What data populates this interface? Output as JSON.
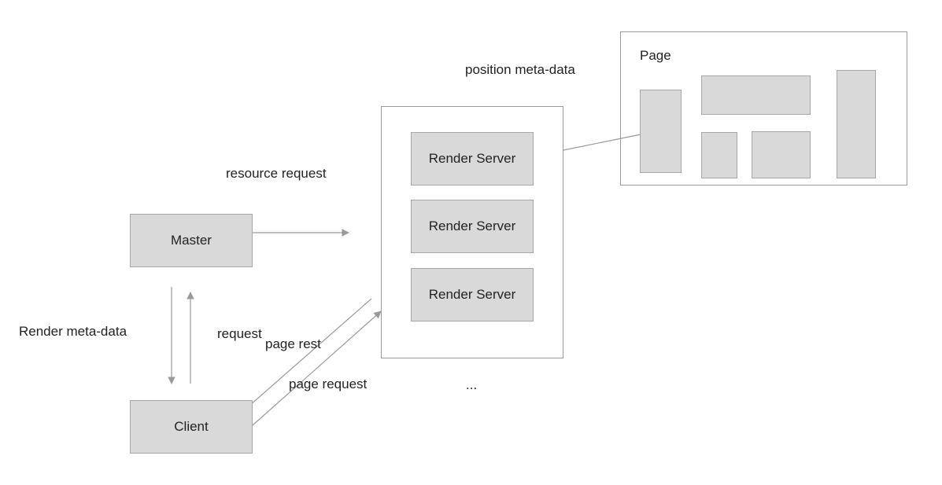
{
  "nodes": {
    "master": "Master",
    "client": "Client",
    "render_servers": [
      "Render Server",
      "Render Server",
      "Render Server"
    ],
    "page": "Page",
    "more": "..."
  },
  "edge_labels": {
    "resource_request": "resource request",
    "render_meta_data": "Render meta-data",
    "request": "request",
    "page_rest": "page rest",
    "page_request": "page request",
    "position_meta_data": "position meta-data"
  }
}
